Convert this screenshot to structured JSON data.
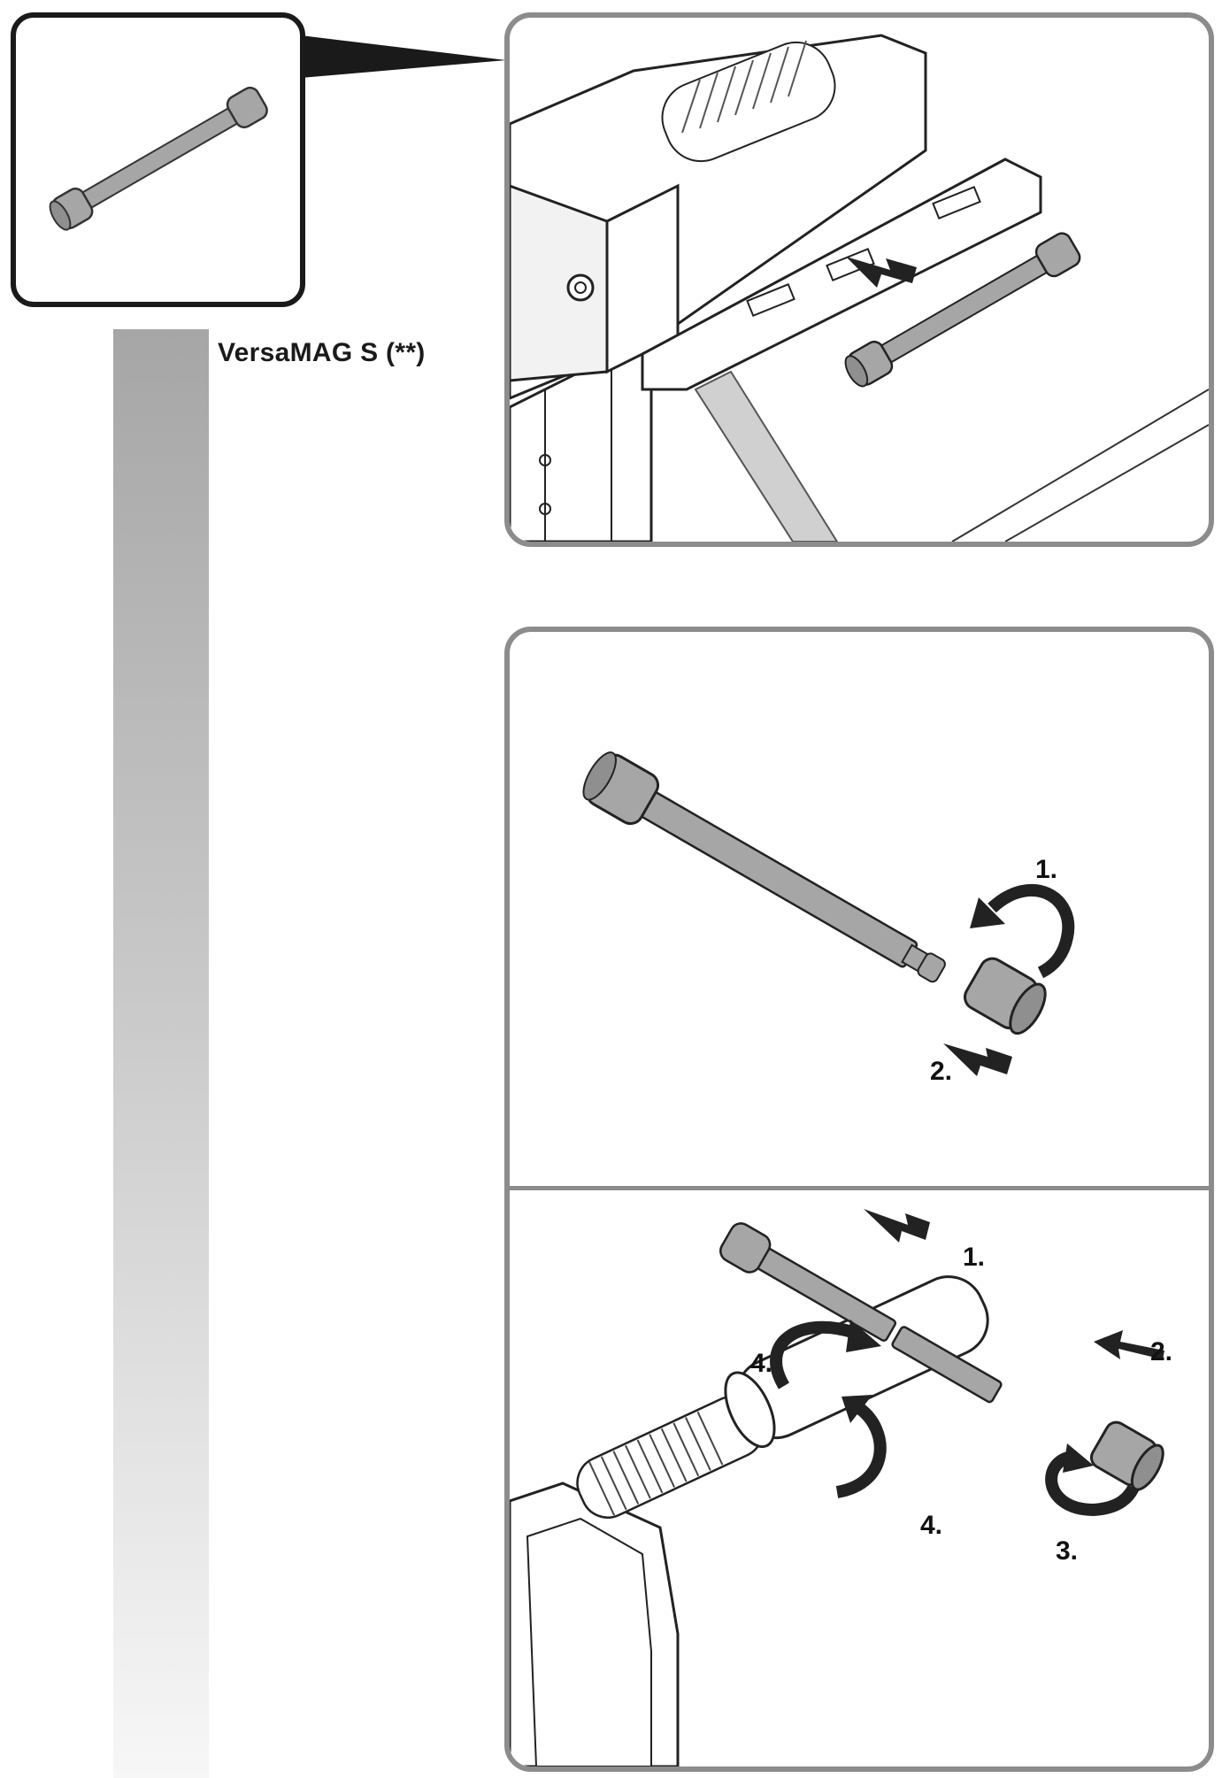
{
  "product": {
    "label": "VersaMAG S (**)"
  },
  "removal_steps": [
    "1.",
    "2."
  ],
  "assembly_steps": [
    "1.",
    "2.",
    "3.",
    "4.",
    "4."
  ],
  "colors": {
    "panel_border": "#8c8c8c",
    "inset_border": "#1a1a1a",
    "part_fill": "#a6a6a6"
  }
}
